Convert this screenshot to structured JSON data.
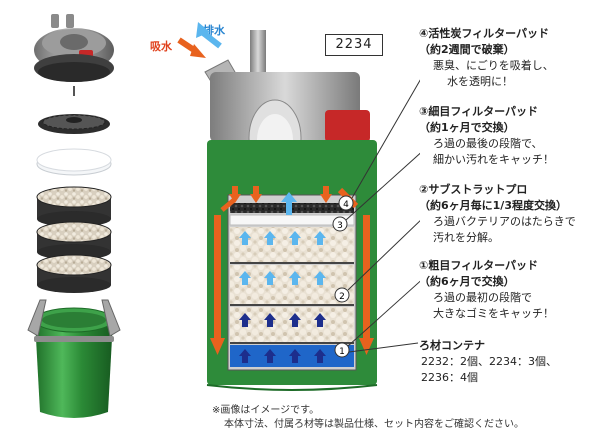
{
  "model_number": "2234",
  "labels": {
    "intake": "吸水",
    "outlet": "排水"
  },
  "callouts": [
    {
      "id": "4",
      "marker": "④",
      "title": "活性炭フィルターパッド",
      "schedule": "（約2週間で破棄）",
      "desc": [
        "悪臭、にごりを吸着し、",
        "水を透明に！"
      ]
    },
    {
      "id": "3",
      "marker": "③",
      "title": "細目フィルターパッド",
      "schedule": "（約1ヶ月で交換）",
      "desc": [
        "ろ過の最後の段階で、",
        "細かい汚れをキャッチ！"
      ]
    },
    {
      "id": "2",
      "marker": "②",
      "title": "サブストラットプロ",
      "schedule": "（約6ヶ月毎に1/3程度交換）",
      "desc": [
        "ろ過バクテリアのはたらきで",
        "汚れを分解。"
      ]
    },
    {
      "id": "1",
      "marker": "①",
      "title": "粗目フィルターパッド",
      "schedule": "（約6ヶ月で交換）",
      "desc": [
        "ろ過の最初の段階で",
        "大きなゴミをキャッチ！"
      ]
    }
  ],
  "container": {
    "title": "ろ材コンテナ",
    "lines": [
      "2232：2個、2234：3個、",
      "2236：4個"
    ]
  },
  "layer_numbers": [
    "4",
    "3",
    "2",
    "1"
  ],
  "notes": [
    "※画像はイメージです。",
    "本体寸法、付属ろ材等は製品仕様、セット内容をご確認ください。"
  ],
  "colors": {
    "flow_orange": "#e8621e",
    "flow_blue_light": "#5bb6ee",
    "flow_blue_dark": "#1d2e8c",
    "canister_green": "#2e8b3a"
  }
}
